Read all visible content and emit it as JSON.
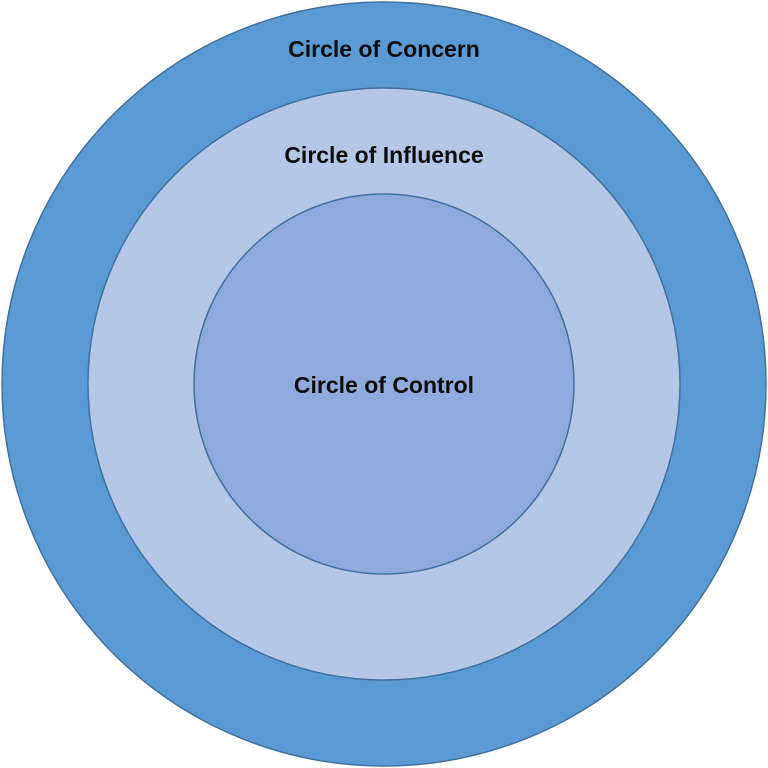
{
  "diagram": {
    "circles": [
      {
        "id": "concern",
        "label": "Circle of Concern",
        "fill": "#5b9bd5",
        "stroke": "#41719c"
      },
      {
        "id": "influence",
        "label": "Circle of Influence",
        "fill": "#b4c7e7",
        "stroke": "#41719c"
      },
      {
        "id": "control",
        "label": "Circle of Control",
        "fill": "#8faadc",
        "stroke": "#41719c"
      }
    ]
  }
}
